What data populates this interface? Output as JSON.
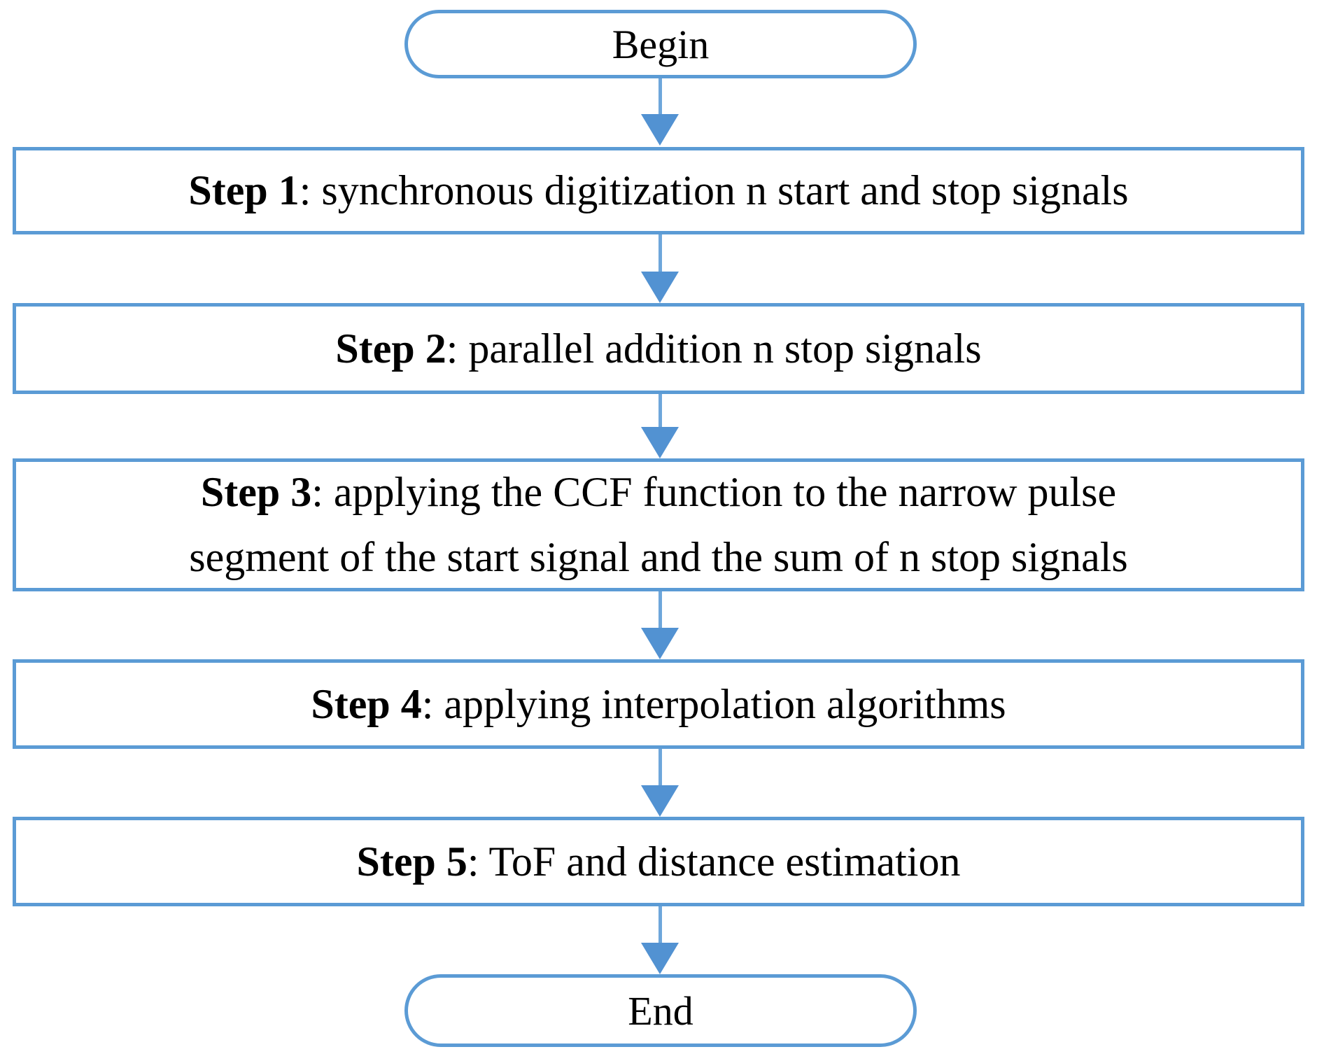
{
  "diagram": {
    "accent_color": "#5b9bd5",
    "text_color": "#000000",
    "background_color": "#ffffff",
    "nodes": {
      "begin": {
        "type": "terminator",
        "label": "Begin"
      },
      "step1": {
        "type": "process",
        "bold": "Step 1",
        "rest": ": synchronous digitization n start and stop signals"
      },
      "step2": {
        "type": "process",
        "bold": "Step 2",
        "rest": ": parallel addition n stop signals"
      },
      "step3": {
        "type": "process",
        "bold": "Step 3",
        "rest": ": applying the CCF function to the narrow pulse\nsegment of the start signal and the sum of n stop signals"
      },
      "step4": {
        "type": "process",
        "bold": "Step 4",
        "rest": ": applying interpolation algorithms"
      },
      "step5": {
        "type": "process",
        "bold": "Step 5",
        "rest": ": ToF and distance estimation"
      },
      "end": {
        "type": "terminator",
        "label": "End"
      }
    },
    "flow": [
      "begin",
      "step1",
      "step2",
      "step3",
      "step4",
      "step5",
      "end"
    ]
  }
}
